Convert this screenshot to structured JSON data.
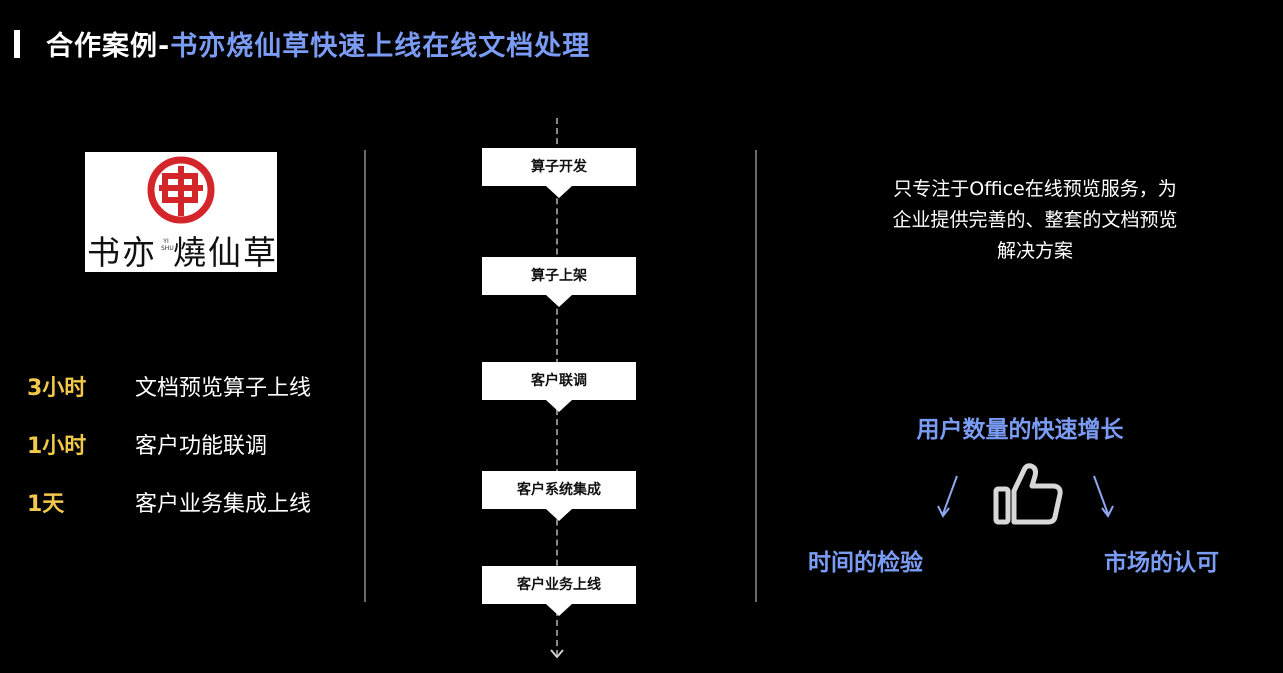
{
  "title": {
    "prefix": "合作案例-",
    "highlight": "书亦烧仙草快速上线在线文档处理"
  },
  "logo": {
    "brand_text_a": "书亦",
    "brand_text_b": "燒仙草",
    "small_letters": "YI SHU",
    "seal_color": "#d4252a"
  },
  "stats": [
    {
      "value": "3小时",
      "desc": "文档预览算子上线"
    },
    {
      "value": "1小时",
      "desc": "客户功能联调"
    },
    {
      "value": "1天",
      "desc": "客户业务集成上线"
    }
  ],
  "flow": [
    {
      "label": "算子开发"
    },
    {
      "label": "算子上架"
    },
    {
      "label": "客户联调"
    },
    {
      "label": "客户系统集成"
    },
    {
      "label": "客户业务上线"
    }
  ],
  "right": {
    "description_lines": [
      "只专注于Office在线预览服务，为",
      "企业提供完善的、整套的文档预览",
      "解决方案"
    ],
    "growth_title": "用户数量的快速增长",
    "bottom_left": "时间的检验",
    "bottom_right": "市场的认可",
    "thumb_icon": "thumbs-up-icon"
  },
  "colors": {
    "accent_blue": "#7b9cf4",
    "accent_gold": "#f2c84a",
    "background": "#000000"
  }
}
